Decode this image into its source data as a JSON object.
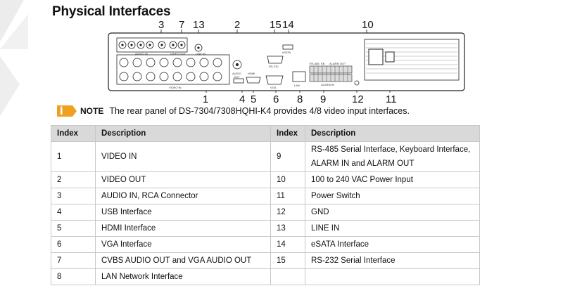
{
  "section_title": "Physical Interfaces",
  "note": {
    "label": "NOTE",
    "text": "The rear panel of DS-7304/7308HQHI-K4 provides 4/8 video input interfaces."
  },
  "callouts": [
    "3",
    "7",
    "13",
    "2",
    "15",
    "14",
    "10",
    "1",
    "4",
    "5",
    "6",
    "8",
    "9",
    "12",
    "11"
  ],
  "panel_labels": {
    "audio_in": "AUDIO IN",
    "video_out": "VIDEO OUT",
    "line_in": "LINE IN",
    "audio": "AUDIO",
    "out": "OUT",
    "rs232": "RS-232",
    "esata": "eSATA",
    "video_in": "VIDEO IN",
    "hdmi": "HDMI",
    "vga": "VGA",
    "lan": "LAN",
    "rs485": "RS-485",
    "kb": "KB",
    "alarm_out": "ALARM OUT",
    "alarm_in": "ALARM IN"
  },
  "table": {
    "headers": [
      "Index",
      "Description",
      "Index",
      "Description"
    ],
    "rows": [
      [
        "1",
        "VIDEO IN",
        "9",
        "RS-485 Serial Interface, Keyboard Interface, ALARM IN and ALARM OUT"
      ],
      [
        "2",
        "VIDEO OUT",
        "10",
        "100 to 240 VAC Power Input"
      ],
      [
        "3",
        "AUDIO IN, RCA Connector",
        "11",
        "Power Switch"
      ],
      [
        "4",
        "USB Interface",
        "12",
        "GND"
      ],
      [
        "5",
        "HDMI Interface",
        "13",
        "LINE IN"
      ],
      [
        "6",
        "VGA Interface",
        "14",
        "eSATA Interface"
      ],
      [
        "7",
        "CVBS AUDIO OUT and VGA AUDIO OUT",
        "15",
        "RS-232 Serial Interface"
      ],
      [
        "8",
        "LAN Network Interface",
        "",
        ""
      ]
    ]
  },
  "colors": {
    "header_bg": "#d9d9d9",
    "note_icon": "#f0a020",
    "corner_deco": "#e8e8e8"
  }
}
